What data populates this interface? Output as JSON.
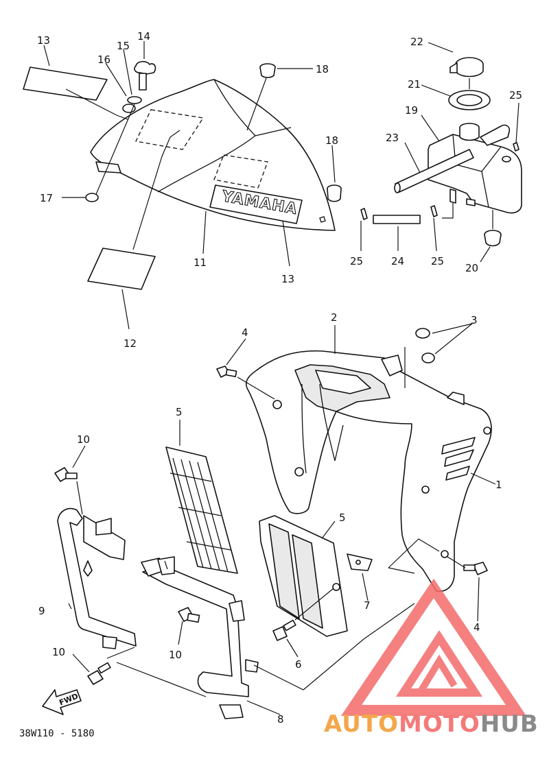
{
  "diagram": {
    "code": "38W110 - 5180",
    "callouts": {
      "c1": "1",
      "c2": "2",
      "c3": "3",
      "c4a": "4",
      "c4b": "4",
      "c5a": "5",
      "c5b": "5",
      "c6": "6",
      "c7": "7",
      "c8": "8",
      "c9": "9",
      "c10a": "10",
      "c10b": "10",
      "c10c": "10",
      "c11": "11",
      "c12": "12",
      "c13a": "13",
      "c13b": "13",
      "c14": "14",
      "c15": "15",
      "c16": "16",
      "c17": "17",
      "c18a": "18",
      "c18b": "18",
      "c19": "19",
      "c20": "20",
      "c21": "21",
      "c22": "22",
      "c23": "23",
      "c24": "24",
      "c25a": "25",
      "c25b": "25",
      "c25c": "25"
    },
    "tank_logo": "YAMAHA",
    "fwd_label": "FWD"
  },
  "watermark": {
    "part1": "AUTO",
    "part2": "MOTO",
    "part3": "HUB",
    "colors": {
      "auto": "#f4a64a",
      "moto": "#f47a7a",
      "hub": "#8a8a8a",
      "triangle": "#f36b6b"
    }
  }
}
